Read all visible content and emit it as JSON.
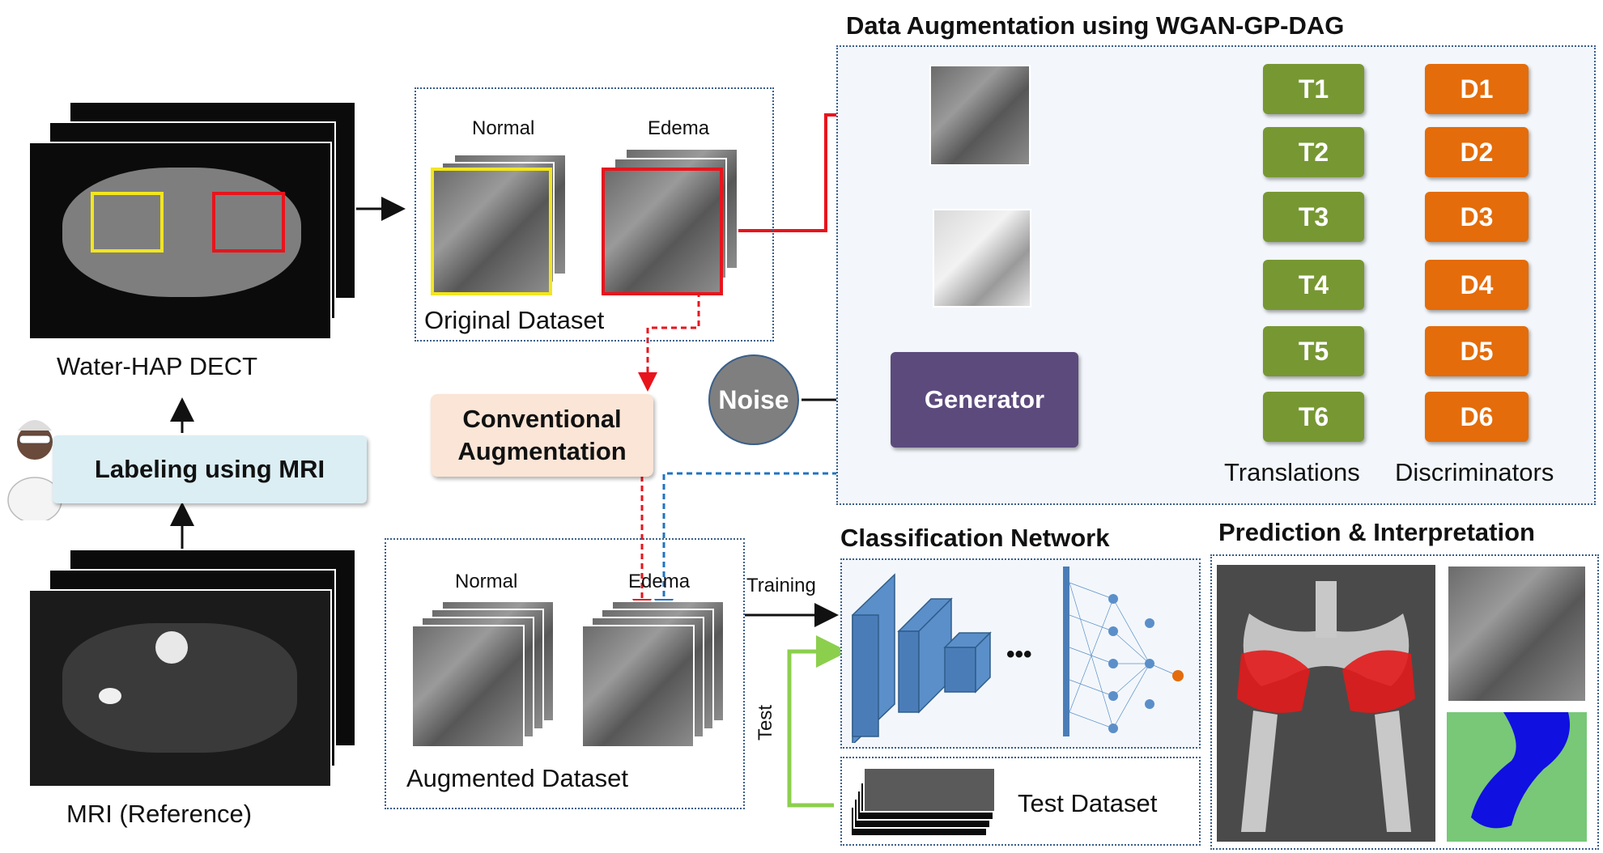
{
  "dect": {
    "caption": "Water-HAP DECT"
  },
  "labeling": {
    "label": "Labeling using MRI"
  },
  "mri": {
    "caption": "MRI (Reference)"
  },
  "original": {
    "normal": "Normal",
    "edema": "Edema",
    "caption": "Original Dataset"
  },
  "conventional": {
    "line1": "Conventional",
    "line2": "Augmentation"
  },
  "augmented": {
    "normal": "Normal",
    "edema": "Edema",
    "caption": "Augmented Dataset"
  },
  "wgan": {
    "title": "Data Augmentation using WGAN-GP-DAG",
    "noise": "Noise",
    "generator": "Generator",
    "translations": [
      "T1",
      "T2",
      "T3",
      "T4",
      "T5",
      "T6"
    ],
    "discriminators": [
      "D1",
      "D2",
      "D3",
      "D4",
      "D5",
      "D6"
    ],
    "translations_caption": "Translations",
    "discriminators_caption": "Discriminators"
  },
  "classification": {
    "title": "Classification Network",
    "training": "Training",
    "test": "Test",
    "dots": "•••"
  },
  "test_dataset": {
    "caption": "Test Dataset"
  },
  "prediction": {
    "title": "Prediction & Interpretation"
  },
  "colors": {
    "red": "#e8141c",
    "blue": "#1f73c4",
    "green": "#779733",
    "orange": "#e46c0a",
    "purple": "#5c4a7d",
    "green_arrow": "#8ccf4d"
  }
}
